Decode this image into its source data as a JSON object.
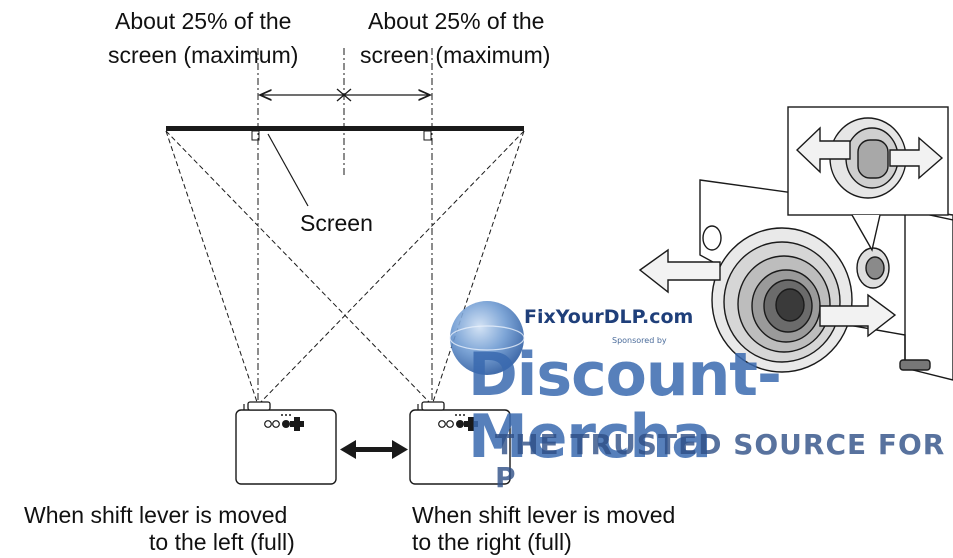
{
  "labels": {
    "left_top_line1": "About 25% of the",
    "left_top_line2": "screen (maximum)",
    "right_top_line1": "About 25% of the",
    "right_top_line2": "screen (maximum)",
    "screen": "Screen",
    "bottom_left_line1": "When shift lever is moved",
    "bottom_left_line2": "to the left (full)",
    "bottom_right_line1": "When shift lever is moved",
    "bottom_right_line2": "to the right (full)"
  },
  "watermark": {
    "site": "FixYourDLP.com",
    "sponsor": "Sponsored by",
    "brand": "Discount-Mercha",
    "tagline": "THE TRUSTED SOURCE FOR P"
  },
  "colors": {
    "line": "#1a1a1a",
    "watermark_blue": "#3a6ab0",
    "watermark_dark": "#1f3f7a",
    "arrow_fill": "#f2f2f2"
  }
}
